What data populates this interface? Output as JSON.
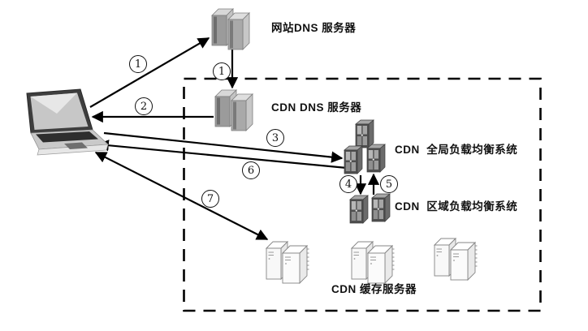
{
  "diagram": {
    "nodes": {
      "website_dns": "网站DNS 服务器",
      "cdn_dns": "CDN DNS 服务器",
      "global_lb": "CDN  全局负载均衡系统",
      "regional_lb": "CDN  区域负载均衡系统",
      "cache_servers": "CDN 缓存服务器"
    },
    "steps": {
      "step1_request": "1",
      "step1_forward": "1",
      "step2": "2",
      "step3": "3",
      "step4": "4",
      "step5": "5",
      "step6": "6",
      "step7": "7"
    },
    "colors": {
      "line": "#000000",
      "background": "#ffffff",
      "dns_server_gray": "#9e9e9e",
      "load_balancer_dark": "#4f4f4f",
      "cache_server_light": "#f8f8f8"
    }
  }
}
